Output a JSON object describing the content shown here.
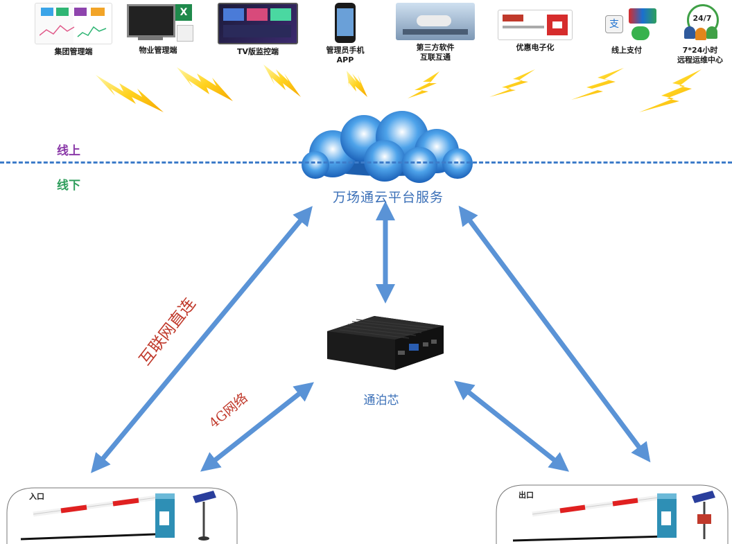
{
  "top_items": [
    {
      "label": "集团管理端",
      "icon": "dashboard-icon"
    },
    {
      "label": "物业管理端",
      "icon": "monitor-icon"
    },
    {
      "label": "TV版监控端",
      "icon": "tv-monitor-icon"
    },
    {
      "label": "管理员手机\nAPP",
      "icon": "phone-icon"
    },
    {
      "label": "第三方软件\n互联互通",
      "icon": "handshake-icon"
    },
    {
      "label": "优惠电子化",
      "icon": "coupon-icon"
    },
    {
      "label": "线上支付",
      "icon": "payment-icon"
    },
    {
      "label": "7*24小时\n远程运维中心",
      "icon": "support-24-7-icon"
    }
  ],
  "layers": {
    "online": "线上",
    "offline": "线下"
  },
  "cloud": {
    "label": "万场通云平台服务"
  },
  "device": {
    "label": "通泊芯"
  },
  "links": {
    "internet": "互联网直连",
    "network_4g": "4G网络"
  },
  "gates": {
    "entrance": "入口",
    "exit": "出口"
  },
  "colors": {
    "arrow": "#5a93d6",
    "online": "#8a39a8",
    "offline": "#2f9e5c",
    "accent_text": "#3a6fb7",
    "red_text": "#c0392b"
  }
}
